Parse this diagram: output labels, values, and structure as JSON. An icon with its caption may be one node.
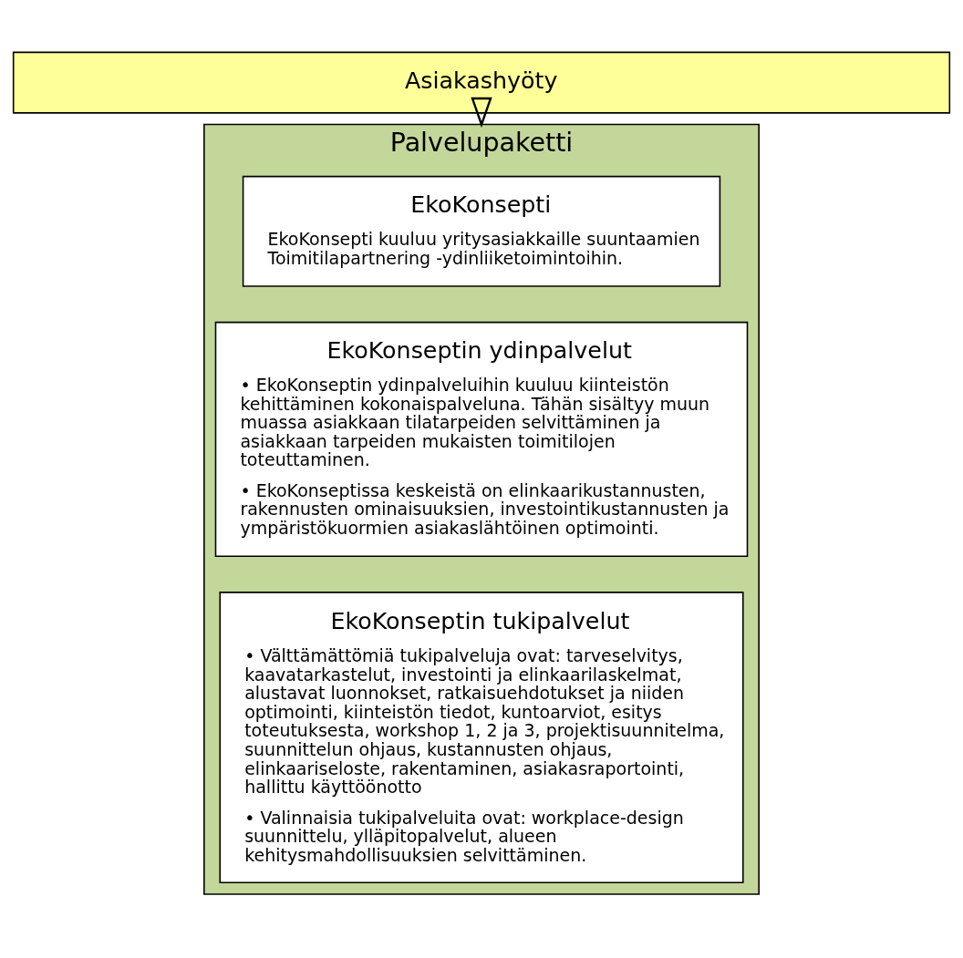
{
  "diagram": {
    "nodes": [
      {
        "text": [
          "Asiakashyöty"
        ]
      },
      {
        "text": [
          "Palvelupaketti"
        ]
      },
      {
        "text": [
          "EkoKonsepti",
          "EkoKonsepti kuuluu yritysasiakkaille suuntaamien Toimitilapartnering -ydinliiketoimintoihin."
        ],
        "in": 1
      },
      {
        "text": [
          "EkoKonseptin ydinpalvelut",
          "• EkoKonseptin ydinpalveluihin kuuluu kiinteistön kehittäminen kokonaispalveluna. Tähän sisältyy muun muassa asiakkaan tilatarpeiden selvittäminen ja asiakkaan tarpeiden mukaisten toimitilojen toteuttaminen.",
          "• EkoKonseptissa keskeistä on elinkaarikustannusten, rakennusten ominaisuuksien, investointikustannusten ja ympäristökuormien asiakaslähtöinen optimointi."
        ],
        "in": 1
      },
      {
        "text": [
          "EkoKonseptin tukipalvelut",
          "• Välttämättömiä tukipalveluja ovat: tarveselvitys, kaavatarkastelut, investointi ja elinkaarilaskelmat, alustavat luonnokset, ratkaisuehdotukset ja niiden optimointi, kiinteistön tiedot, kuntoarviot, esitys toteutuksesta, workshop 1, 2 ja 3, projektisuunnitelma, suunnittelun ohjaus, kustannusten ohjaus, elinkaariseloste, rakentaminen, asiakasraportointi, hallittu käyttöönotto",
          "• Valinnaisia tukipalveluita ovat: workplace-design suunnittelu, ylläpitopalvelut, alueen kehitysmahdollisuuksien selvittäminen."
        ],
        "in": 1
      }
    ],
    "edges": [
      {
        "from": 0,
        "to": 1,
        "arrow": "to"
      }
    ]
  }
}
